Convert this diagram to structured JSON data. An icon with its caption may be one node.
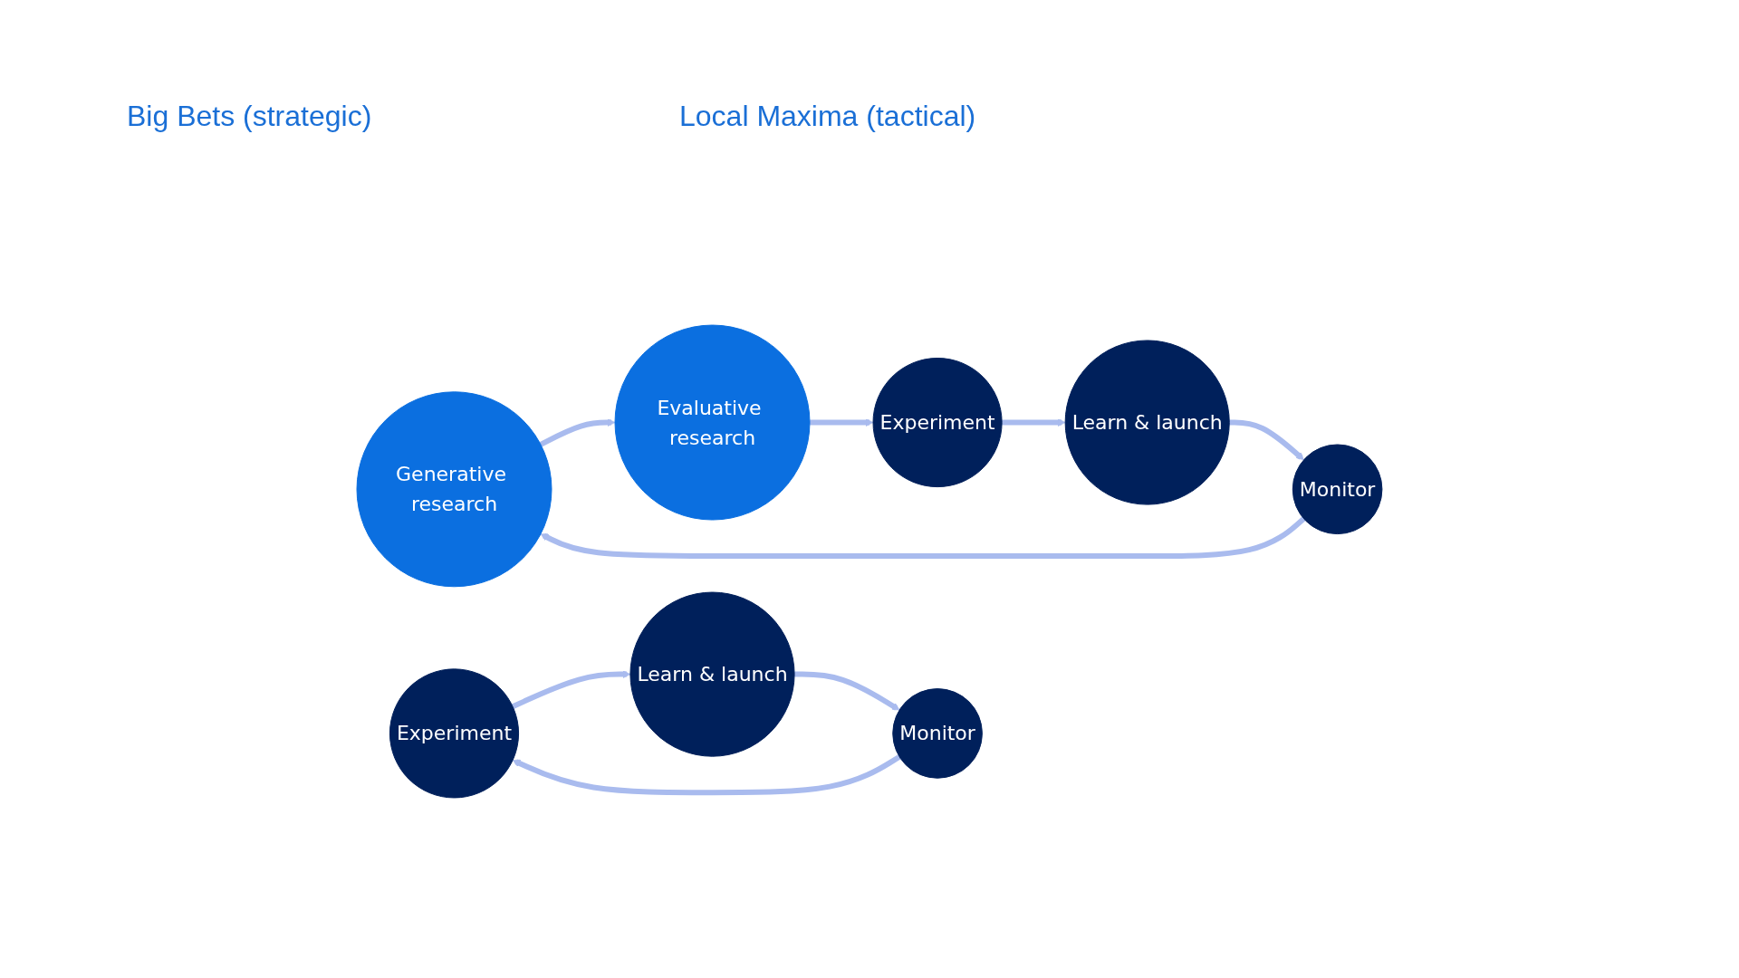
{
  "diagram": {
    "nodes": [
      {
        "text": [
          "Generative research"
        ]
      },
      {
        "text": [
          "Evaluative research"
        ]
      },
      {
        "text": [
          "Experiment"
        ]
      },
      {
        "text": [
          "Learn & launch"
        ]
      },
      {
        "text": [
          "Monitor"
        ]
      },
      {
        "text": [
          "Experiment"
        ]
      },
      {
        "text": [
          "Learn & launch"
        ]
      },
      {
        "text": [
          "Monitor"
        ]
      }
    ],
    "edges": [
      {
        "from": 0,
        "to": 1,
        "arrow": "to"
      },
      {
        "from": 1,
        "to": 2,
        "arrow": "to"
      },
      {
        "from": 2,
        "to": 3,
        "arrow": "to"
      },
      {
        "from": 3,
        "to": 4,
        "arrow": "to"
      },
      {
        "from": 4,
        "to": 0,
        "arrow": "to"
      },
      {
        "from": 5,
        "to": 6,
        "arrow": "to"
      },
      {
        "from": 6,
        "to": 7,
        "arrow": "to"
      },
      {
        "from": 7,
        "to": 5,
        "arrow": "to"
      }
    ],
    "labels": [
      "Big Bets (strategic)",
      "Local Maxima (tactical)"
    ]
  }
}
